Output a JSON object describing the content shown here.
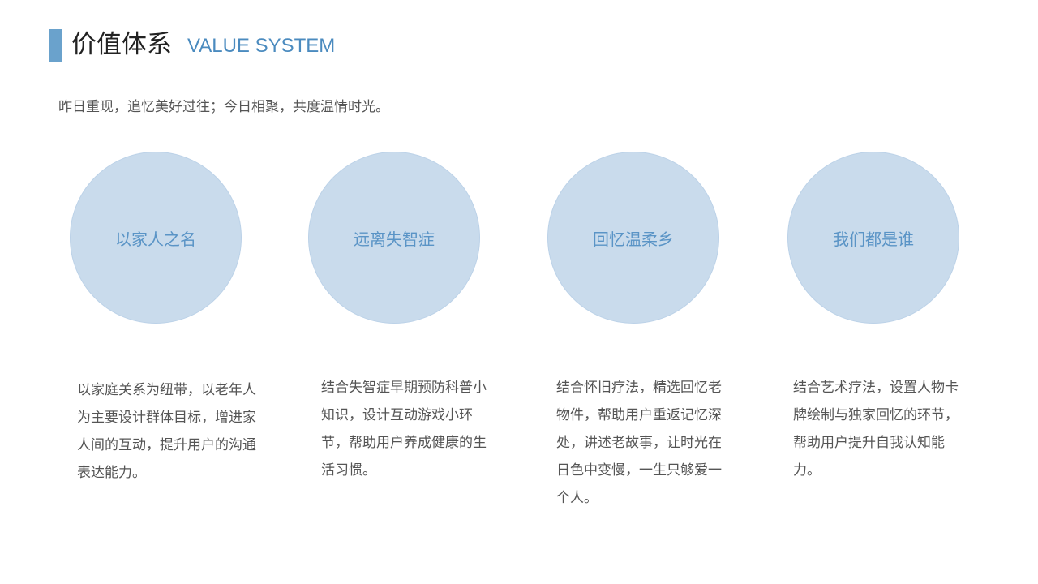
{
  "header": {
    "title_cn": "价值体系",
    "title_en": "VALUE SYSTEM"
  },
  "subtitle": "昨日重现，追忆美好过往；今日相聚，共度温情时光。",
  "colors": {
    "accent": "#6aa2cc",
    "circle_fill": "#c9dbec",
    "circle_text": "#5a94c6",
    "body_text": "#555555"
  },
  "values": [
    {
      "label": "以家人之名",
      "desc": "以家庭关系为纽带，以老年人为主要设计群体目标，增进家人间的互动，提升用户的沟通表达能力。"
    },
    {
      "label": "远离失智症",
      "desc": "结合失智症早期预防科普小知识，设计互动游戏小环节，帮助用户养成健康的生活习惯。"
    },
    {
      "label": "回忆温柔乡",
      "desc": "结合怀旧疗法，精选回忆老物件，帮助用户重返记忆深处，讲述老故事，让时光在日色中变慢，一生只够爱一个人。"
    },
    {
      "label": "我们都是谁",
      "desc": "结合艺术疗法，设置人物卡牌绘制与独家回忆的环节，帮助用户提升自我认知能力。"
    }
  ]
}
